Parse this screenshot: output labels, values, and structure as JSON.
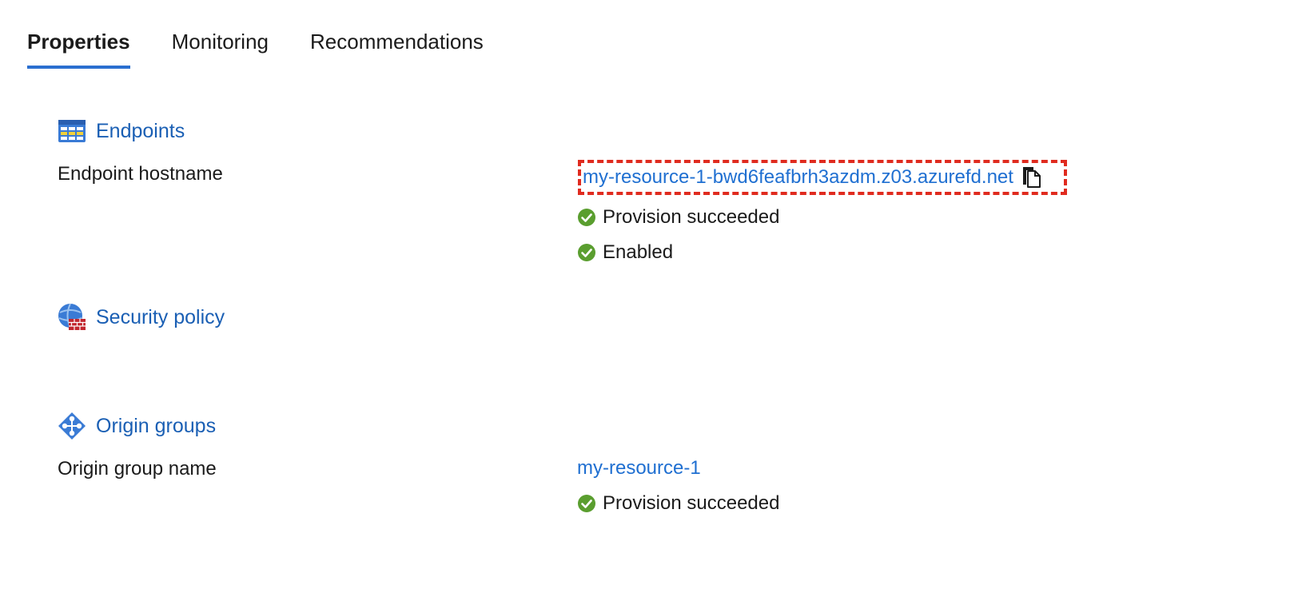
{
  "tabs": [
    {
      "label": "Properties",
      "active": true
    },
    {
      "label": "Monitoring",
      "active": false
    },
    {
      "label": "Recommendations",
      "active": false
    }
  ],
  "endpoints": {
    "heading": "Endpoints",
    "icon": "table-icon",
    "hostname_label": "Endpoint hostname",
    "hostname": "my-resource-1-bwd6feafbrh3azdm.z03.azurefd.net",
    "copy_icon": "copy-icon",
    "statuses": [
      "Provision succeeded",
      "Enabled"
    ]
  },
  "security_policy": {
    "heading": "Security policy",
    "icon": "globe-firewall-icon"
  },
  "origin_groups": {
    "heading": "Origin groups",
    "icon": "origin-group-icon",
    "name_label": "Origin group name",
    "name": "my-resource-1",
    "statuses": [
      "Provision succeeded"
    ]
  },
  "colors": {
    "link": "#1f6fd1",
    "heading": "#1a5fb4",
    "tab_underline": "#2a6fd0",
    "success": "#5a9e2f",
    "highlight_border": "#e02b1f"
  }
}
